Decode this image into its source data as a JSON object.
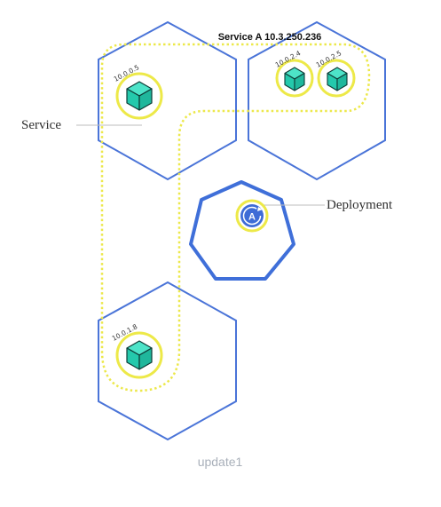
{
  "colors": {
    "node_stroke": "#4a74d8",
    "deployment_stroke": "#3f6fd9",
    "service_path": "#ece84a",
    "pod_ring": "#ede948",
    "cube_fill": "#2ed3b6",
    "cube_edge": "#0d3b36",
    "leader_line": "#bdbdbd",
    "caption": "#a9b0ba"
  },
  "labels": {
    "service": "Service",
    "service_title": "Service A 10.3.250.236",
    "deployment": "Deployment",
    "caption": "update1",
    "deployment_badge": "A"
  },
  "nodes": [
    {
      "name": "node-top-left"
    },
    {
      "name": "node-top-right"
    },
    {
      "name": "node-bottom-left"
    }
  ],
  "pods": [
    {
      "ip": "10.0.0.5",
      "icon": "cube-icon"
    },
    {
      "ip": "10.0.2.4",
      "icon": "cube-icon"
    },
    {
      "ip": "10.0.2.5",
      "icon": "cube-icon"
    },
    {
      "ip": "10.0.1.8",
      "icon": "cube-icon"
    }
  ],
  "icons": {
    "pod": "cube-icon",
    "deployment": "deployment-icon"
  }
}
